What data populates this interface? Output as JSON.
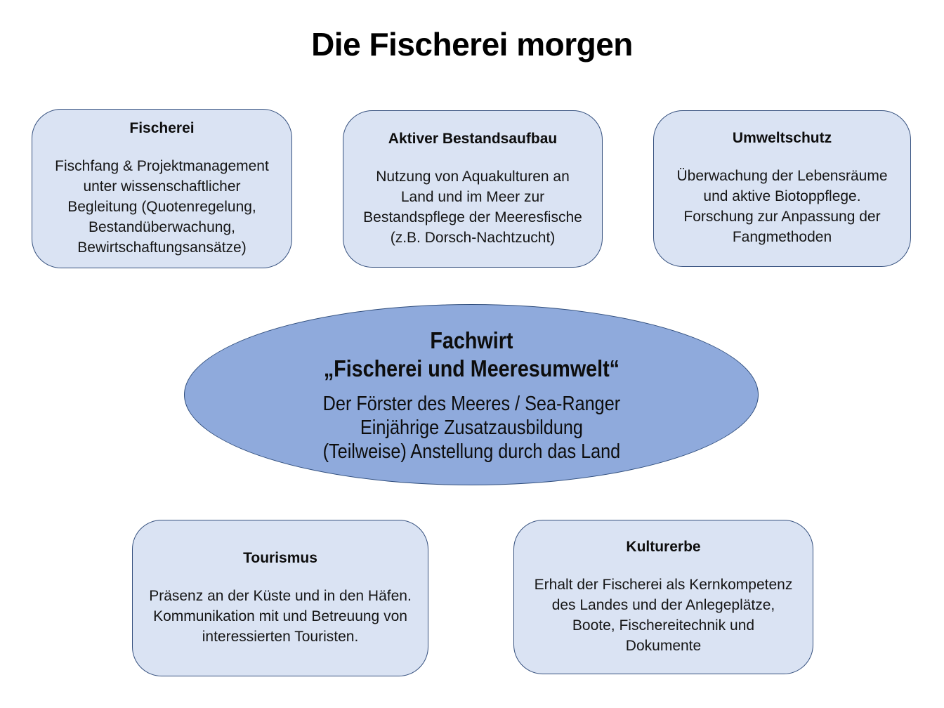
{
  "slide": {
    "title": "Die Fischerei morgen"
  },
  "boxes": [
    {
      "id": "fischerei",
      "title": "Fischerei",
      "body_lines": [
        "Fischfang & Projektmanagement",
        "unter wissenschaftlicher",
        "Begleitung (Quotenregelung,",
        "Bestandüberwachung,",
        "Bewirtschaftungsansätze)"
      ]
    },
    {
      "id": "aktiver-bestandsaufbau",
      "title": "Aktiver Bestandsaufbau",
      "body_lines": [
        "Nutzung von Aquakulturen an",
        "Land und im Meer zur",
        "Bestandspflege der Meeresfische",
        "(z.B. Dorsch-Nachtzucht)"
      ]
    },
    {
      "id": "umweltschutz",
      "title": "Umweltschutz",
      "body_lines": [
        "Überwachung der Lebensräume",
        "und aktive Biotoppflege.",
        "Forschung zur Anpassung der",
        "Fangmethoden"
      ]
    },
    {
      "id": "tourismus",
      "title": "Tourismus",
      "body_lines": [
        "Präsenz an der Küste und in den Häfen.",
        "Kommunikation mit und Betreuung von",
        "interessierten Touristen."
      ]
    },
    {
      "id": "kulturerbe",
      "title": "Kulturerbe",
      "body_lines": [
        "Erhalt der Fischerei als Kernkompetenz",
        "des Landes und der Anlegeplätze,",
        "Boote, Fischereitechnik und",
        "Dokumente"
      ]
    }
  ],
  "ellipse": {
    "heading_lines": [
      "Fachwirt",
      "„Fischerei und Meeresumwelt“"
    ],
    "body_lines": [
      "Der Förster des Meeres / Sea-Ranger",
      "Einjährige Zusatzausbildung",
      "(Teilweise) Anstellung durch das Land"
    ]
  },
  "colors": {
    "box_fill": "#dae3f3",
    "box_border": "#35507e",
    "ellipse_fill": "#8faadc",
    "ellipse_border": "#2f4d7c",
    "title_color": "#000000",
    "background": "#ffffff"
  }
}
